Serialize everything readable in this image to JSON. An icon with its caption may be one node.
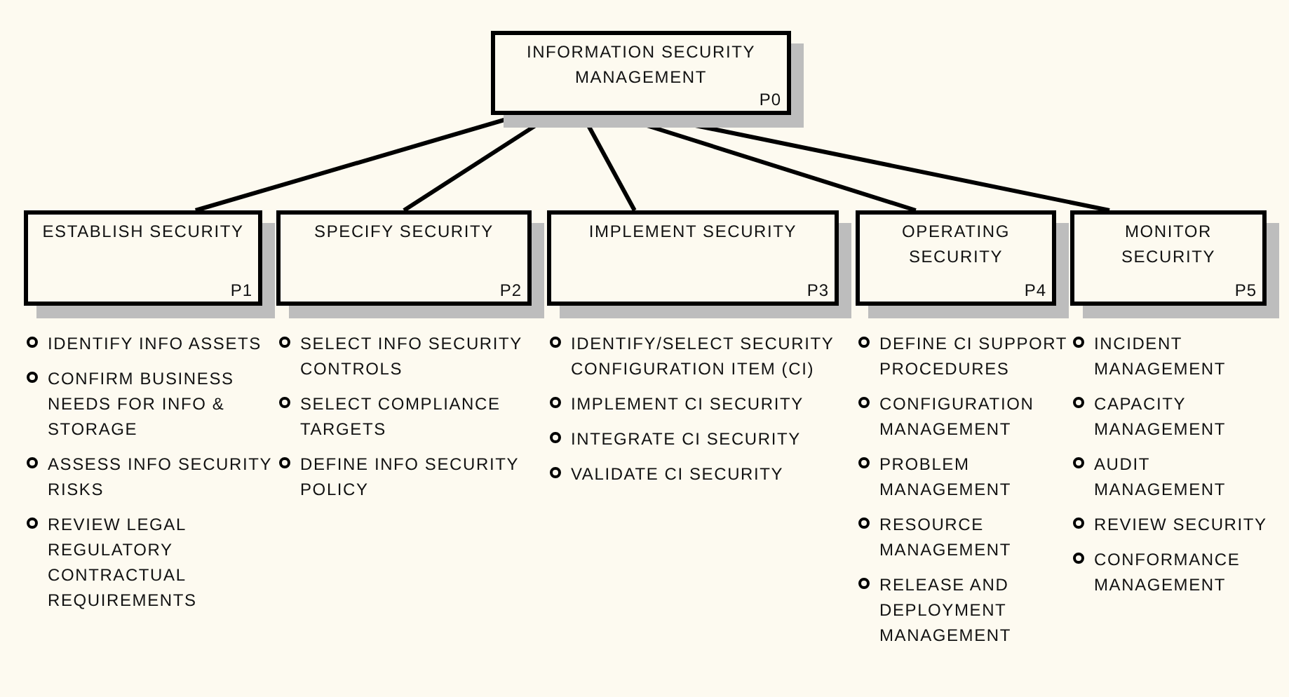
{
  "diagram": {
    "nodes": [
      {
        "text": [
          "INFORMATION SECURITY MANAGEMENT",
          "P0"
        ]
      },
      {
        "text": [
          "ESTABLISH SECURITY",
          "P1"
        ],
        "beside": [
          "IDENTIFY  INFO ASSETS",
          "CONFIRM BUSINESS NEEDS FOR INFO & STORAGE",
          "ASSESS INFO SECURITY RISKS",
          "REVIEW LEGAL REGULATORY CONTRACTUAL REQUIREMENTS"
        ]
      },
      {
        "text": [
          "SPECIFY SECURITY",
          "P2"
        ],
        "beside": [
          "SELECT INFO SECURITY CONTROLS",
          "SELECT COMPLIANCE TARGETS",
          "DEFINE INFO SECURITY POLICY"
        ]
      },
      {
        "text": [
          "IMPLEMENT SECURITY",
          "P3"
        ],
        "beside": [
          "IDENTIFY/SELECT SECURITY CONFIGURATION ITEM (CI)",
          "IMPLEMENT CI SECURITY",
          "INTEGRATE CI SECURITY",
          "VALIDATE CI SECURITY"
        ]
      },
      {
        "text": [
          "OPERATING SECURITY",
          "P4"
        ],
        "beside": [
          "DEFINE CI SUPPORT PROCEDURES",
          "CONFIGURATION MANAGEMENT",
          "PROBLEM MANAGEMENT",
          "RESOURCE MANAGEMENT",
          "RELEASE AND DEPLOYMENT MANAGEMENT"
        ]
      },
      {
        "text": [
          "MONITOR SECURITY",
          "P5"
        ],
        "beside": [
          "INCIDENT MANAGEMENT",
          "CAPACITY MANAGEMENT",
          "AUDIT MANAGEMENT",
          "REVIEW SECURITY",
          "CONFORMANCE MANAGEMENT"
        ]
      }
    ],
    "edges": [
      {
        "from": 0,
        "to": 1,
        "arrow": "none"
      },
      {
        "from": 0,
        "to": 2,
        "arrow": "none"
      },
      {
        "from": 0,
        "to": 3,
        "arrow": "none"
      },
      {
        "from": 0,
        "to": 4,
        "arrow": "none"
      },
      {
        "from": 0,
        "to": 5,
        "arrow": "none"
      }
    ]
  }
}
